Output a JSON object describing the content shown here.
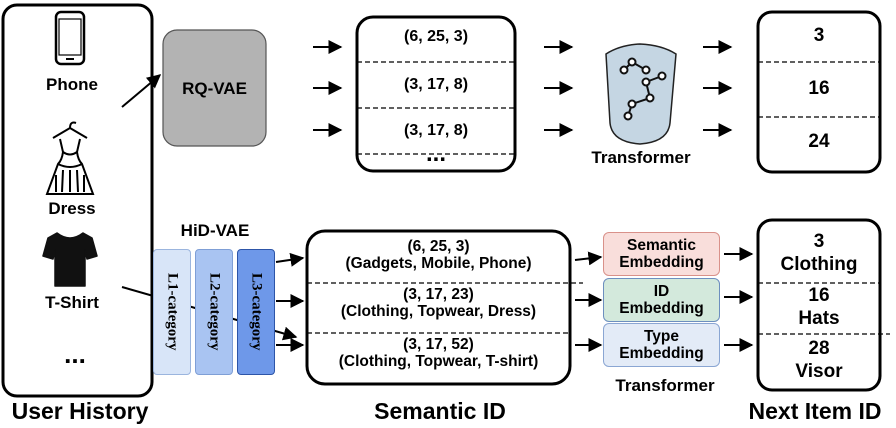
{
  "user_history": {
    "items": [
      "Phone",
      "Dress",
      "T-Shirt"
    ],
    "more": "...",
    "caption": "User History"
  },
  "top": {
    "encoder": "RQ-VAE",
    "semantic_ids": [
      "(6, 25, 3)",
      "(3, 17, 8)",
      "(3, 17, 8)"
    ],
    "more": "...",
    "model": "Transformer",
    "next_ids": [
      "3",
      "16",
      "24"
    ]
  },
  "bottom": {
    "encoder": "HiD-VAE",
    "categories": [
      "L1-category",
      "L2-category",
      "L3-category"
    ],
    "rows": [
      {
        "id": "(6, 25, 3)",
        "path": "(Gadgets, Mobile, Phone)"
      },
      {
        "id": "(3, 17, 23)",
        "path": "(Clothing, Topwear, Dress)"
      },
      {
        "id": "(3, 17, 52)",
        "path": "(Clothing, Topwear, T-shirt)"
      }
    ],
    "embeddings": [
      {
        "line1": "Semantic",
        "line2": "Embedding"
      },
      {
        "line1": "ID",
        "line2": "Embedding"
      },
      {
        "line1": "Type",
        "line2": "Embedding"
      }
    ],
    "model": "Transformer",
    "next_items": [
      {
        "id": "3",
        "name": "Clothing"
      },
      {
        "id": "16",
        "name": "Hats"
      },
      {
        "id": "28",
        "name": "Visor"
      }
    ]
  },
  "captions": {
    "semantic_id": "Semantic ID",
    "next_item_id": "Next Item ID"
  },
  "colors": {
    "rqvae_fill": "#b3b3b3",
    "semantic_emb": "#f9dedb",
    "id_emb": "#d3e9dc",
    "type_emb": "#e3ebf7",
    "l1": "#d8e5f8",
    "l2": "#a9c4f2",
    "l3": "#6e98e9",
    "transformer_fill": "#c5d6e3"
  }
}
